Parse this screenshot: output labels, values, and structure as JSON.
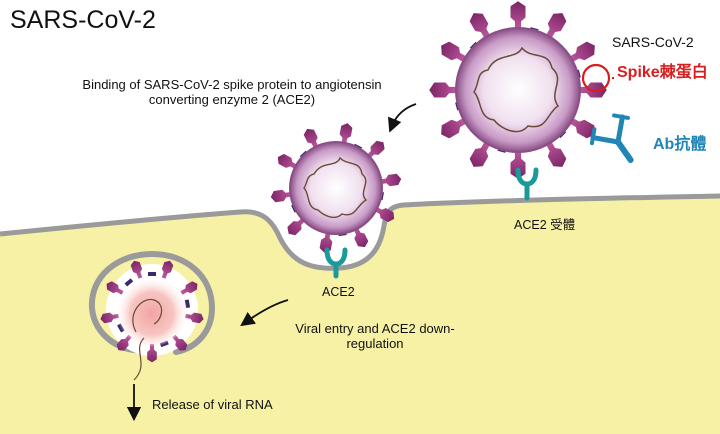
{
  "title": "SARS-CoV-2",
  "labels": {
    "binding": "Binding of SARS-CoV-2 spike protein to angiotensin converting enzyme 2 (ACE2)",
    "virus_name": "SARS-CoV-2",
    "spike": "Spike棘蛋白",
    "antibody": "Ab抗體",
    "ace2_receptor": "ACE2 受體",
    "ace2": "ACE2",
    "viral_entry": "Viral entry and ACE2 down-regulation",
    "release": "Release of viral RNA"
  },
  "colors": {
    "background": "#ffffff",
    "cell": "#f7f1a6",
    "membrane": "#9a9a9a",
    "virus_core": "#c8a0c8",
    "spike": "#9c3a80",
    "ace2": "#1a9a9a",
    "highlight": "#d81e1e",
    "antibody": "#1f86b6"
  }
}
